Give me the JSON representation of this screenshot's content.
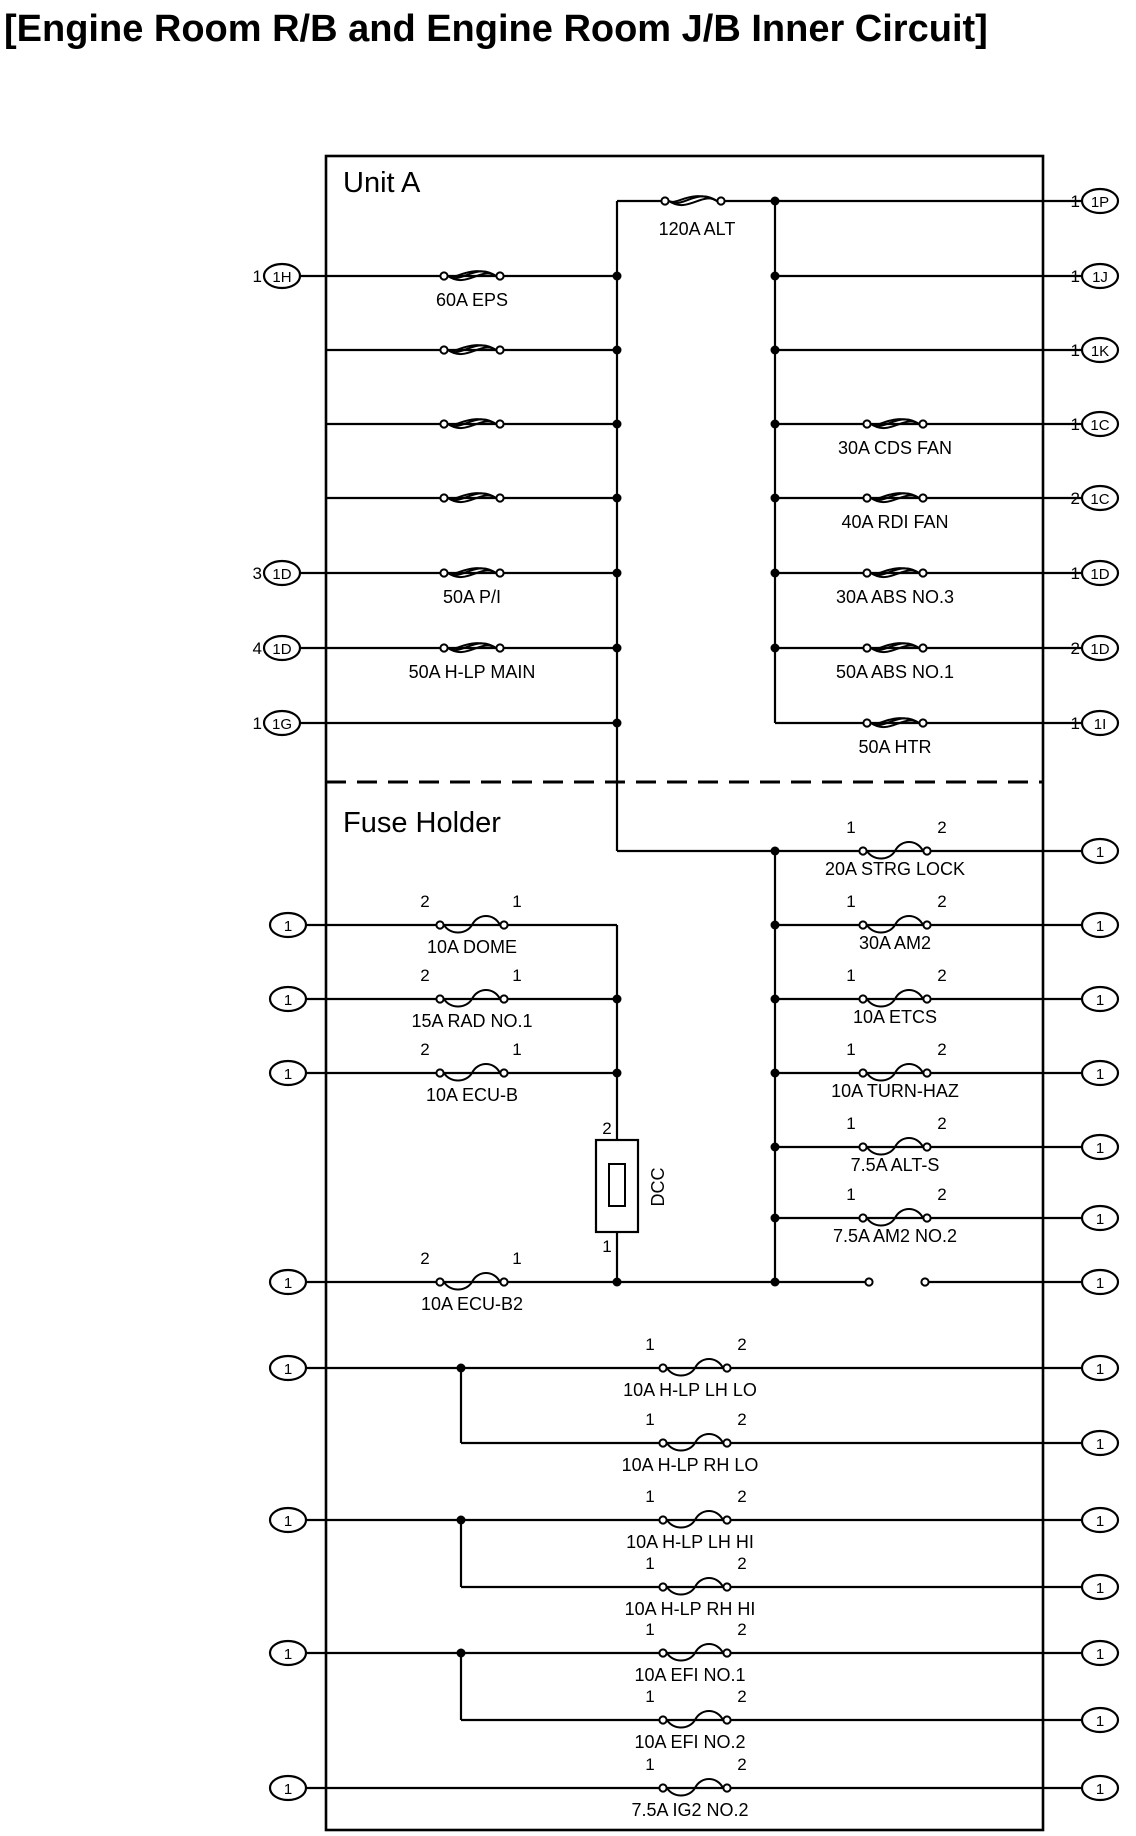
{
  "title": "[Engine Room R/B and Engine Room J/B Inner Circuit]",
  "sections": {
    "unit_a": "Unit A",
    "fuse_holder": "Fuse Holder"
  },
  "unit_a": {
    "alt_fuse": "120A ALT",
    "left_fuses": [
      "60A EPS",
      "",
      "",
      "",
      "50A P/I",
      "50A H-LP MAIN",
      ""
    ],
    "left_connectors": [
      {
        "num": "1",
        "id": "1H"
      },
      null,
      null,
      null,
      {
        "num": "3",
        "id": "1D"
      },
      {
        "num": "4",
        "id": "1D"
      },
      {
        "num": "1",
        "id": "1G"
      }
    ],
    "right_fuses": [
      "",
      "",
      "",
      "30A CDS FAN",
      "40A RDI FAN",
      "30A ABS NO.3",
      "50A ABS NO.1",
      "50A HTR"
    ],
    "right_connectors": [
      {
        "num": "1",
        "id": "1P"
      },
      {
        "num": "1",
        "id": "1J"
      },
      {
        "num": "1",
        "id": "1K"
      },
      {
        "num": "1",
        "id": "1C"
      },
      {
        "num": "2",
        "id": "1C"
      },
      {
        "num": "1",
        "id": "1D"
      },
      {
        "num": "2",
        "id": "1D"
      },
      {
        "num": "1",
        "id": "1I"
      }
    ]
  },
  "fuse_holder": {
    "left_fuses": [
      "10A DOME",
      "15A RAD NO.1",
      "10A ECU-B",
      "10A ECU-B2"
    ],
    "dcc_label": "DCC",
    "right_fuses": [
      "20A STRG LOCK",
      "30A AM2",
      "10A ETCS",
      "10A TURN-HAZ",
      "7.5A ALT-S",
      "7.5A AM2 NO.2"
    ],
    "bottom_fuses": [
      "10A H-LP LH LO",
      "10A H-LP RH LO",
      "10A H-LP LH HI",
      "10A H-LP RH HI",
      "10A EFI NO.1",
      "10A EFI NO.2",
      "7.5A IG2 NO.2"
    ],
    "connector_label": "1",
    "pin_1": "1",
    "pin_2": "2"
  }
}
